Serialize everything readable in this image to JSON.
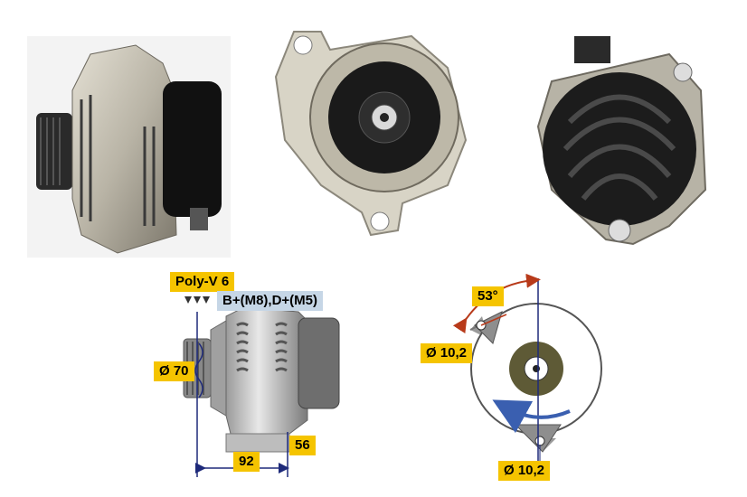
{
  "labels": {
    "pulley": "Poly-V 6",
    "terminals": "B+(M8),D+(M5)",
    "diameter_pulley": "Ø 70",
    "length": "92",
    "height": "56",
    "angle": "53°",
    "hole_upper": "Ø 10,2",
    "hole_lower": "Ø 10,2"
  },
  "photos": [
    "alternator-side-view",
    "alternator-front-view",
    "alternator-rear-view"
  ],
  "colors": {
    "label_yellow": "#f5c400",
    "label_blue": "#c6d6e6",
    "dimension_line": "#1e2a7a",
    "angle_arc": "#b83a1a",
    "rotation_arrow": "#3a5fb0"
  }
}
